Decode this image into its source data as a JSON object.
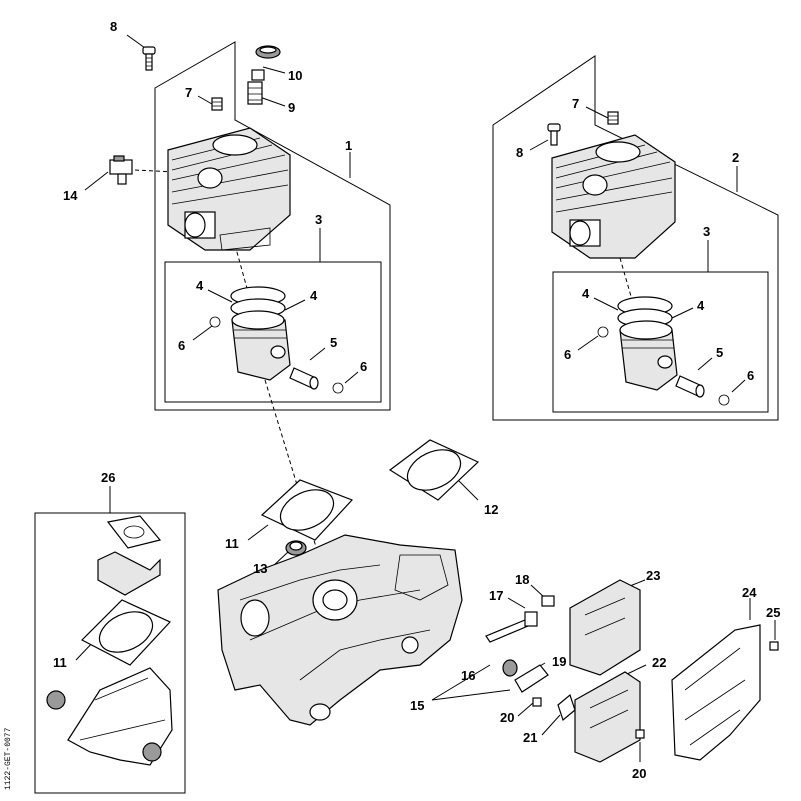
{
  "callouts": {
    "c1": "1",
    "c2": "2",
    "c3a": "3",
    "c3b": "3",
    "c4a": "4",
    "c4b": "4",
    "c4c": "4",
    "c4d": "4",
    "c5a": "5",
    "c5b": "5",
    "c6a": "6",
    "c6b": "6",
    "c6c": "6",
    "c6d": "6",
    "c7a": "7",
    "c7b": "7",
    "c8a": "8",
    "c8b": "8",
    "c9": "9",
    "c10": "10",
    "c11a": "11",
    "c11b": "11",
    "c12": "12",
    "c13": "13",
    "c14": "14",
    "c15": "15",
    "c16": "16",
    "c17": "17",
    "c18": "18",
    "c19": "19",
    "c20a": "20",
    "c20b": "20",
    "c21": "21",
    "c22": "22",
    "c23": "23",
    "c24": "24",
    "c25": "25",
    "c26": "26"
  },
  "side_code": "1122-GET-0077"
}
